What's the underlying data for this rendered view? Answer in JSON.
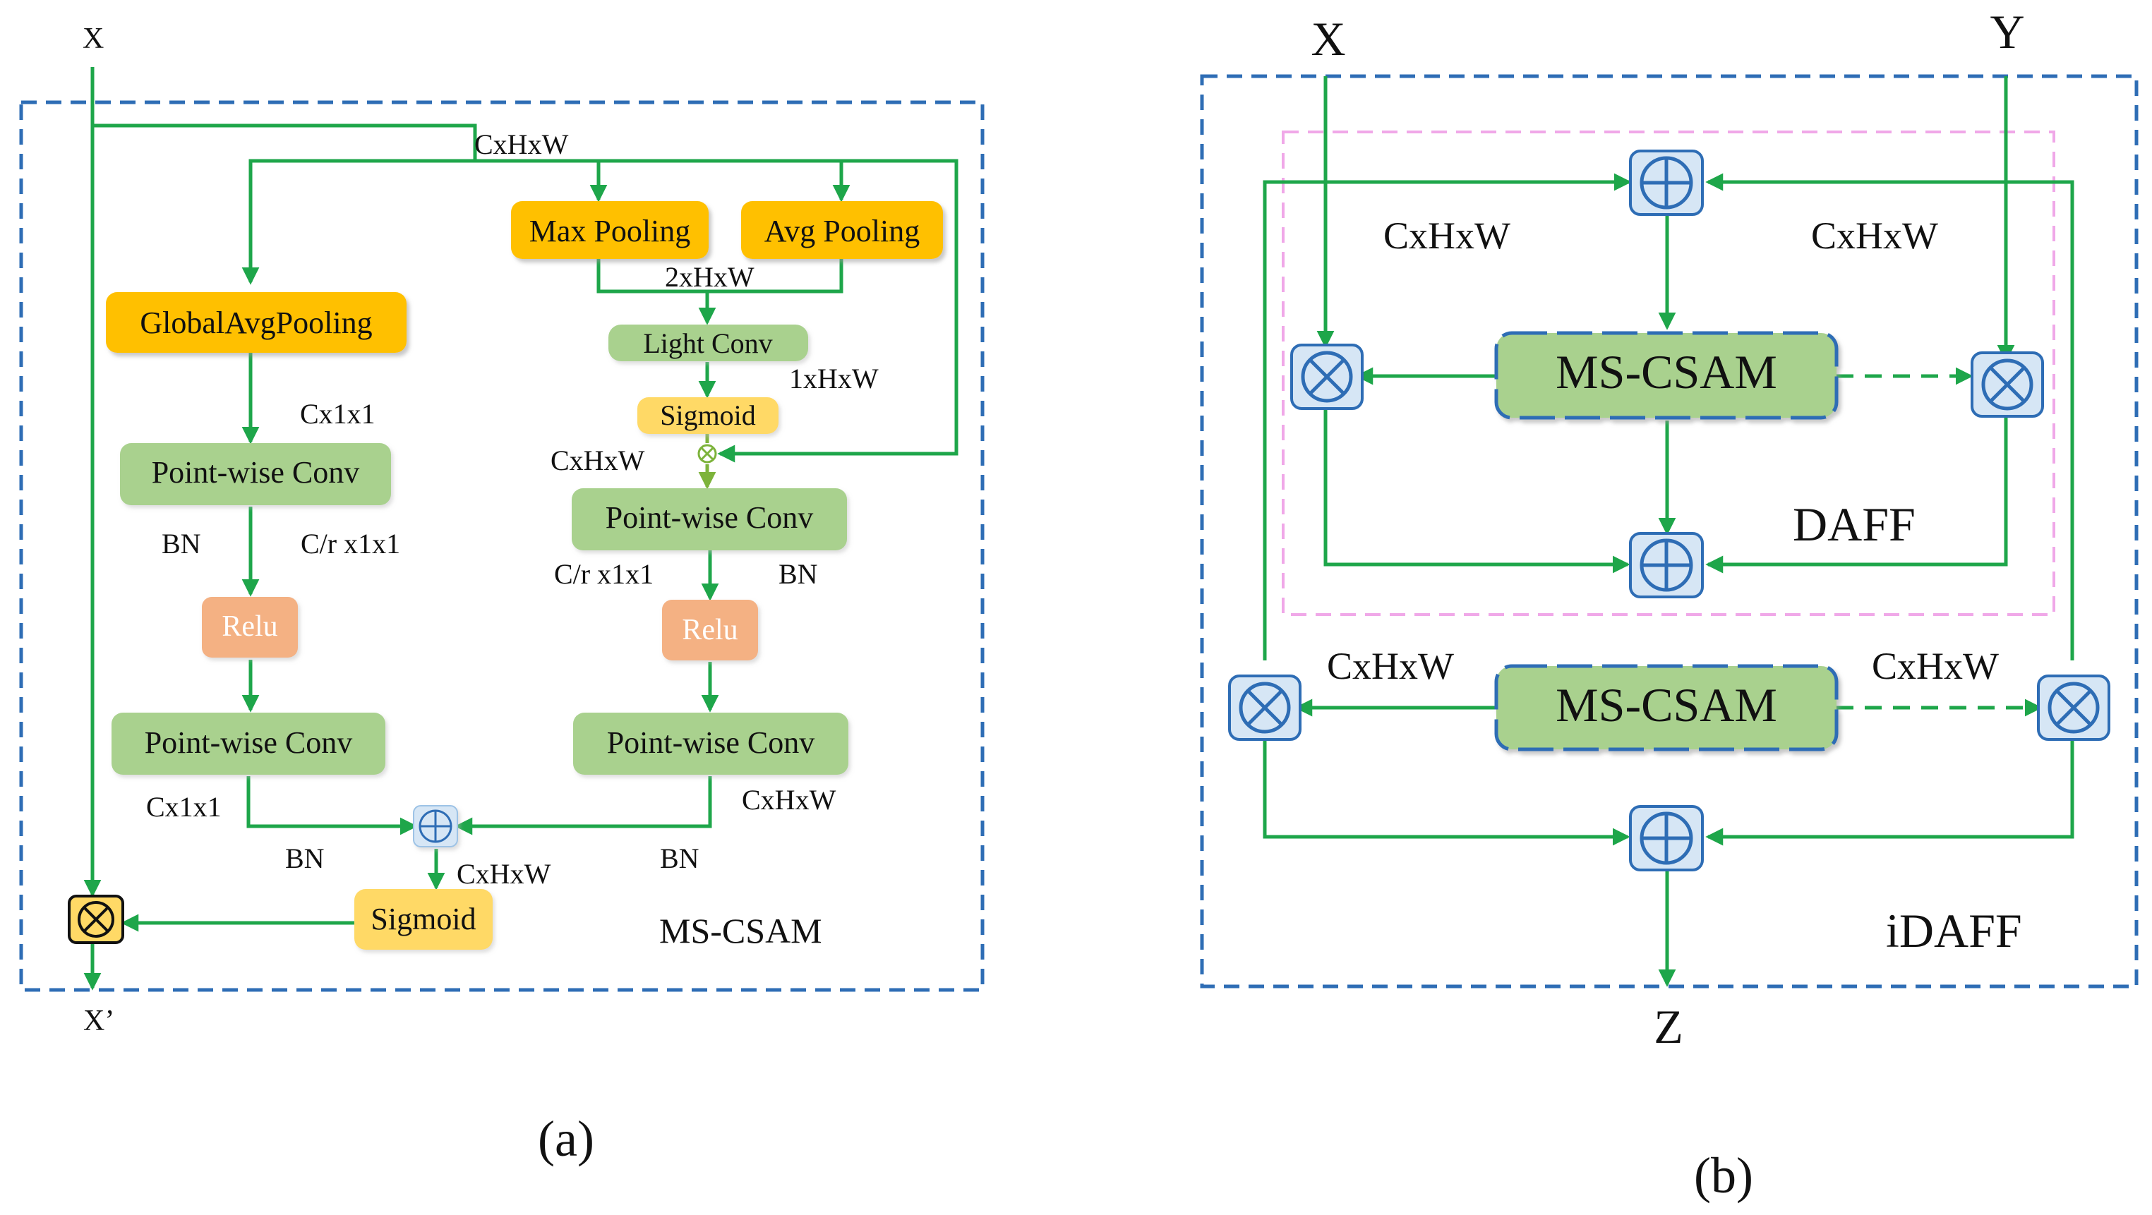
{
  "panel_a": {
    "input_label": "X",
    "output_label": "X’",
    "module_name": "MS-CSAM",
    "caption": "(a)",
    "blocks": {
      "global_avg_pooling": "GlobalAvgPooling",
      "max_pooling": "Max Pooling",
      "avg_pooling": "Avg Pooling",
      "light_conv": "Light Conv",
      "sigmoid_small": "Sigmoid",
      "pw_conv_left_1": "Point-wise Conv",
      "pw_conv_right_1": "Point-wise Conv",
      "relu_left": "Relu",
      "relu_right": "Relu",
      "pw_conv_left_2": "Point-wise Conv",
      "pw_conv_right_2": "Point-wise Conv",
      "sigmoid_final": "Sigmoid"
    },
    "dims": {
      "top": "CxHxW",
      "c11": "Cx1x1",
      "bn_left": "BN",
      "cr_left": "C/r x1x1",
      "two_hw": "2xHxW",
      "one_hw": "1xHxW",
      "cxhxw_mid": "CxHxW",
      "cr_right": "C/r x1x1",
      "bn_right": "BN",
      "c11_bottom": "Cx1x1",
      "cxhxw_right": "CxHxW",
      "bn_bottom_left": "BN",
      "bn_bottom_right": "BN",
      "cxhxw_sigmoid": "CxHxW"
    }
  },
  "panel_b": {
    "input_x": "X",
    "input_y": "Y",
    "output_z": "Z",
    "inner_name": "DAFF",
    "outer_name": "iDAFF",
    "module_top": "MS-CSAM",
    "module_bottom": "MS-CSAM",
    "caption": "(b)",
    "dims": {
      "top_left": "CxHxW",
      "top_right": "CxHxW",
      "bottom_left": "CxHxW",
      "bottom_right": "CxHxW"
    }
  },
  "colors": {
    "arrow_green": "#1ea64a",
    "frame_blue": "#2e6db5",
    "pink_dash": "#f0a8e8",
    "orange_block": "#ffc000",
    "yellow_block": "#ffd966",
    "green_block": "#a9d18e",
    "relu_block": "#f4b183",
    "op_fill": "#cfe2f3"
  },
  "icons": [
    "plus-circle-icon",
    "times-circle-icon"
  ]
}
